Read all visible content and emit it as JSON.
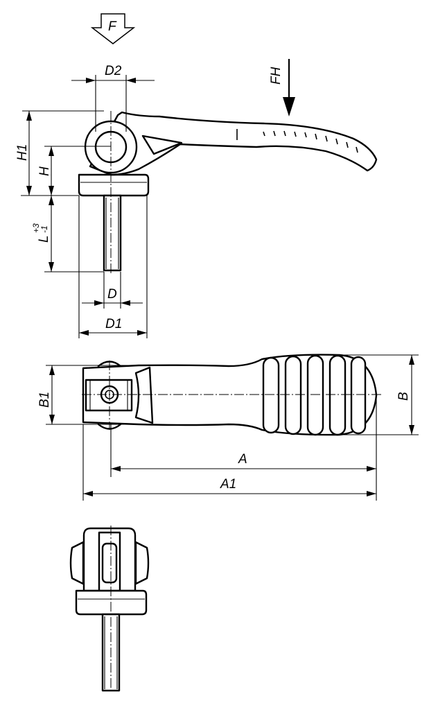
{
  "labels": {
    "force_f": "F",
    "force_fh": "FH",
    "d2": "D2",
    "h1": "H1",
    "h": "H",
    "l": "L",
    "l_tol_upper": "+3",
    "l_tol_lower": "-1",
    "d": "D",
    "d1": "D1",
    "b1": "B1",
    "b": "B",
    "a": "A",
    "a1": "A1"
  }
}
